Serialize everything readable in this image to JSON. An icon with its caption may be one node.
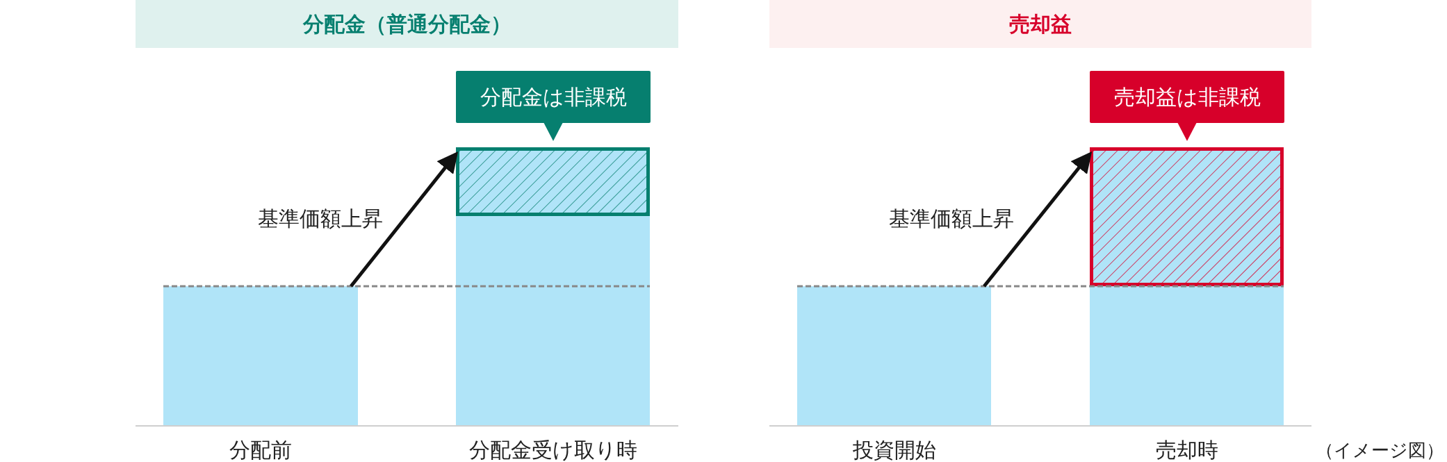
{
  "diagram": {
    "nodes": [
      {
        "text": [
          "分配金（普通分配金）"
        ]
      },
      {
        "text": [
          "分配金は非課税"
        ]
      },
      {
        "text": [],
        "shape": "bar",
        "beside": [
          "分配前"
        ]
      },
      {
        "text": [],
        "shape": "bar",
        "beside": [
          "分配金受け取り時"
        ]
      },
      {
        "text": [],
        "shape": "box"
      },
      {
        "text": [
          "売却益"
        ]
      },
      {
        "text": [
          "売却益は非課税"
        ]
      },
      {
        "text": [],
        "shape": "bar",
        "beside": [
          "投資開始"
        ]
      },
      {
        "text": [],
        "shape": "bar",
        "beside": [
          "売却時"
        ]
      },
      {
        "text": [],
        "shape": "box"
      }
    ],
    "edges": [
      {
        "from": 2,
        "to": 4,
        "arrow": "to",
        "label": "基準価額上昇"
      },
      {
        "from": 7,
        "to": 9,
        "arrow": "to",
        "label": "基準価額上昇"
      }
    ],
    "labels": [
      "（イメージ図）"
    ]
  }
}
